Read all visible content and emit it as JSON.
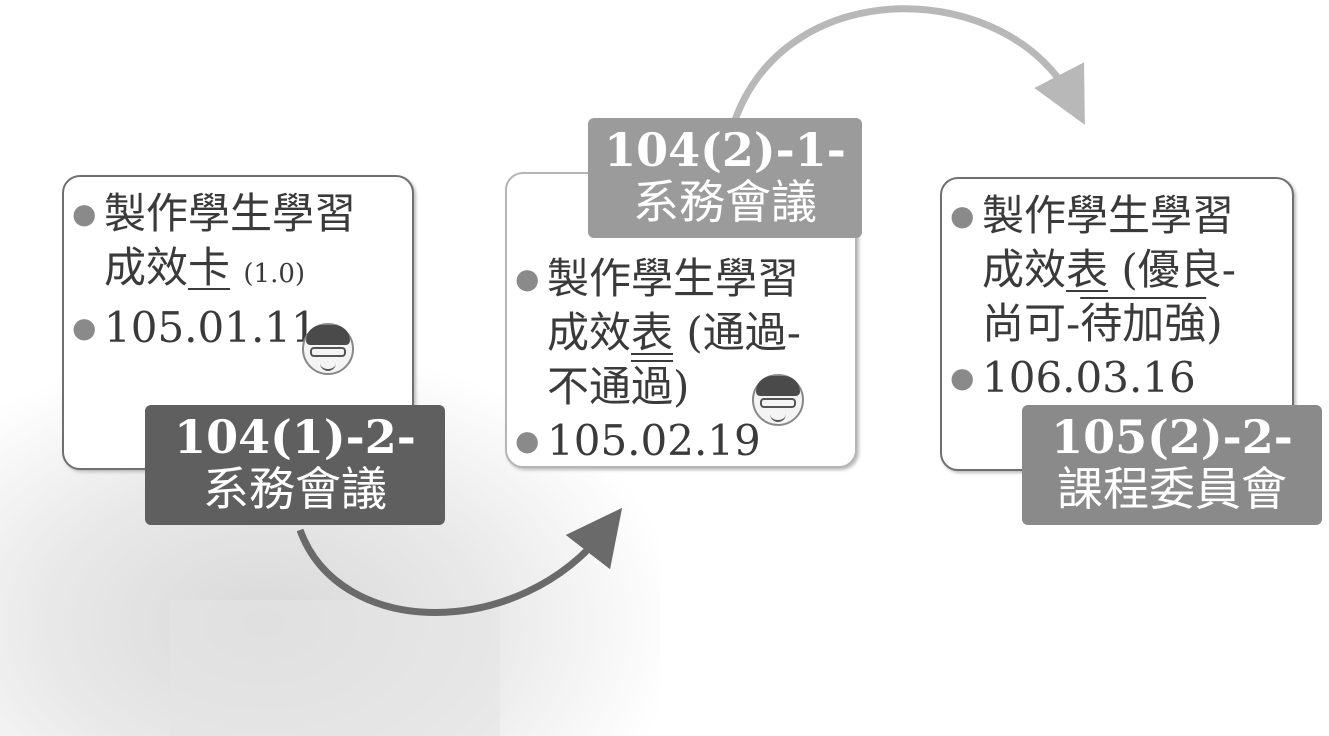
{
  "cards": [
    {
      "label": {
        "line1": "104(1)-2-",
        "line2": "系務會議"
      },
      "items": [
        {
          "text_a": "製作學生學習",
          "text_b": "成效",
          "text_c": "卡",
          "text_d": "(1.0)"
        },
        {
          "text": "105.01.11"
        }
      ]
    },
    {
      "label": {
        "line1": "104(2)-1-",
        "line2": "系務會議"
      },
      "items": [
        {
          "text_a": "製作學生學習",
          "text_b": "成效",
          "text_c": "表",
          "text_d": "(通過-",
          "text_e": "不通",
          "text_f": "過",
          "text_g": ")"
        },
        {
          "text": "105.02.19"
        }
      ]
    },
    {
      "label": {
        "line1": "105(2)-2-",
        "line2": "課程委員會"
      },
      "items": [
        {
          "text_a": "製作學生學習",
          "text_b": "成效",
          "text_c": "表",
          "text_d": "(優良-",
          "text_e": "尚可-",
          "text_f": "待加強",
          "text_g": ")"
        },
        {
          "text": "106.03.16"
        }
      ]
    }
  ],
  "colors": {
    "label_dark": "#5f5f5f",
    "label_mid": "#9b9b9b",
    "label_light": "#8a8a8a",
    "arrow": "#6a6a6a",
    "arrow_light": "#b8b8b8"
  },
  "icons": [
    "teacher-face-icon",
    "teacher-face-icon",
    "curved-arrow-icon",
    "curved-arrow-icon"
  ]
}
